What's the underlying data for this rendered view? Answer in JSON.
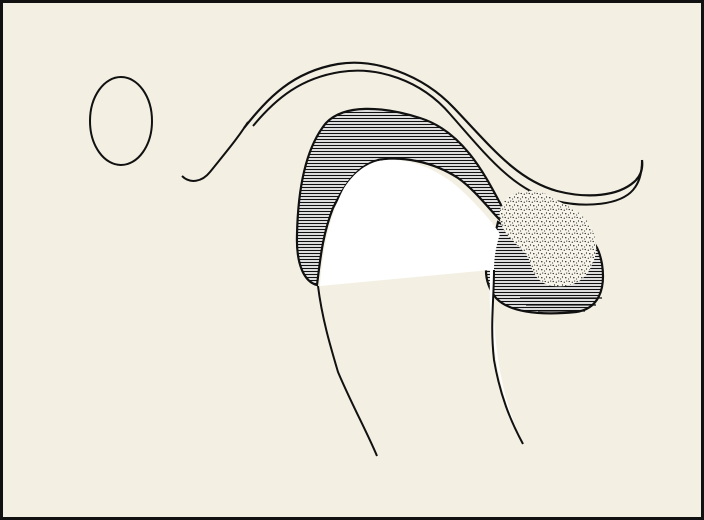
{
  "colors": {
    "paper": "#f3f0e3",
    "ink": "#111111",
    "hatch_fill": "#ffffff",
    "stipple": "#111111"
  },
  "icons": {
    "oval": "oval-shape",
    "curved_tube": "curved-tube-shape",
    "hatched_band": "hatched-band-shape",
    "stippled_mass": "stippled-mass-shape"
  }
}
